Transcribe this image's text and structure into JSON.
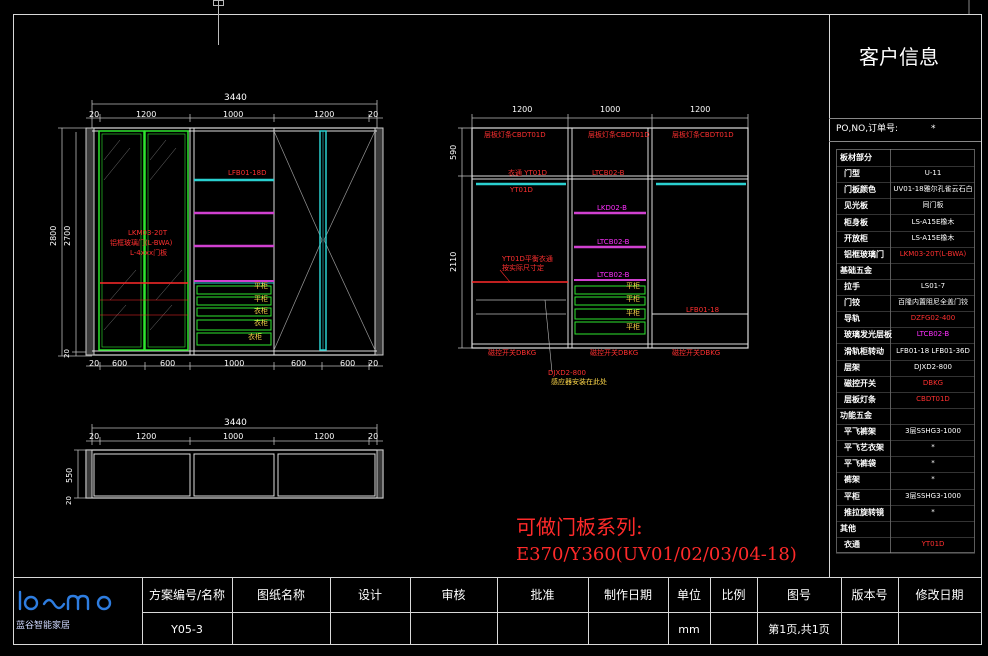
{
  "customer_panel": {
    "title": "客户信息",
    "order_label": "PO,NO,订单号:",
    "order_value": "*",
    "rows": [
      {
        "label": "板材部分",
        "value": "",
        "color": "#ffffff"
      },
      {
        "label": "门型",
        "value": "U-11",
        "color": "#ffffff"
      },
      {
        "label": "门板颜色",
        "value": "UV01-18雅尔孔雀云石白",
        "color": "#ffffff"
      },
      {
        "label": "见光板",
        "value": "同门板",
        "color": "#ffffff"
      },
      {
        "label": "柜身板",
        "value": "LS-A15E橡木",
        "color": "#ffffff"
      },
      {
        "label": "开放柜",
        "value": "LS-A15E橡木",
        "color": "#ffffff"
      },
      {
        "label": "铝框玻璃门",
        "value": "LKM03-20T(L-BWA)",
        "color": "#ff3030"
      },
      {
        "label": "基础五金",
        "value": "",
        "color": "#ffffff"
      },
      {
        "label": "拉手",
        "value": "LS01-7",
        "color": "#ffffff"
      },
      {
        "label": "门铰",
        "value": "百隆内置阻尼全盖门铰",
        "color": "#ffffff"
      },
      {
        "label": "导轨",
        "value": "DZFG02-400",
        "color": "#ff3030"
      },
      {
        "label": "玻璃发光层板",
        "value": "LTCB02-B",
        "color": "#ff30ff"
      },
      {
        "label": "滑轨柜转动",
        "value": "LFB01-18 LFB01-36D",
        "color": "#ffffff"
      },
      {
        "label": "层架",
        "value": "DJXD2-800",
        "color": "#ffffff"
      },
      {
        "label": "磁控开关",
        "value": "DBKG",
        "color": "#ff3030"
      },
      {
        "label": "层板灯条",
        "value": "CBDT01D",
        "color": "#ff3030"
      },
      {
        "label": "功能五金",
        "value": "",
        "color": "#ffffff"
      },
      {
        "label": "平飞裤架",
        "value": "3层SSHG3-1000",
        "color": "#ffffff"
      },
      {
        "label": "平飞艺衣架",
        "value": "*",
        "color": "#ffffff"
      },
      {
        "label": "平飞裤袋",
        "value": "*",
        "color": "#ffffff"
      },
      {
        "label": "裤架",
        "value": "*",
        "color": "#ffffff"
      },
      {
        "label": "平柜",
        "value": "3层SSHG3-1000",
        "color": "#ffffff"
      },
      {
        "label": "推拉旋转镜",
        "value": "*",
        "color": "#ffffff"
      },
      {
        "label": "其他",
        "value": "",
        "color": "#ffffff"
      },
      {
        "label": "衣通",
        "value": "YT01D",
        "color": "#ff3030"
      }
    ]
  },
  "front_view": {
    "overall_width": "3440",
    "top_dims": [
      "20",
      "1200",
      "1000",
      "1200",
      "20"
    ],
    "bottom_dims": [
      "20",
      "600",
      "600",
      "1000",
      "600",
      "600",
      "20"
    ],
    "left_dims": [
      "2800",
      "2700",
      "20"
    ],
    "glass_door_note": [
      "LKM03-20T",
      "铝框玻璃门(L-BWA)",
      "L-4xxx门板"
    ],
    "shelf_labels": [
      "LFB01-18D",
      "平柜",
      "平柜",
      "衣柜",
      "衣柜",
      "衣柜"
    ]
  },
  "interior_view": {
    "top_dims": [
      "1200",
      "1000",
      "1200"
    ],
    "left_dims": [
      "590",
      "2110"
    ],
    "top_labels": [
      "层板灯条CBDT01D",
      "层板灯条CBDT01D",
      "层板灯条CBDT01D"
    ],
    "rail_label": "YT01D",
    "upper_labels": [
      "衣通 YT01D",
      "LTCB02-B"
    ],
    "glass_shelf_labels": [
      "LKD02-B",
      "LTCB02-B",
      "LTCB02-B"
    ],
    "note_left": [
      "YT01D平衡衣通",
      "按实际尺寸定"
    ],
    "drawer_labels": [
      "平柜",
      "平柜",
      "平柜",
      "平柜"
    ],
    "right_label": "LFB01-18",
    "bottom_labels": [
      "磁控开关DBKG",
      "磁控开关DBKG",
      "磁控开关DBKG"
    ],
    "bottom_notes": [
      "DJXD2-800",
      "感应器安装在此处"
    ]
  },
  "plan_view": {
    "overall_width": "3440",
    "dims": [
      "20",
      "1200",
      "1000",
      "1200",
      "20"
    ],
    "depth_dims": [
      "550",
      "20"
    ]
  },
  "series_note": {
    "line1": "可做门板系列:",
    "line2": "E370/Y360(UV01/02/03/04-18)"
  },
  "title_block": {
    "logo": "lösmo",
    "logo_sub": "蓝谷智能家居",
    "headers": [
      "方案编号/名称",
      "图纸名称",
      "设计",
      "审核",
      "批准",
      "制作日期",
      "单位",
      "比例",
      "图号",
      "版本号",
      "修改日期"
    ],
    "values": [
      "Y05-3",
      "",
      "",
      "",
      "",
      "",
      "mm",
      "",
      "第1页,共1页",
      "",
      ""
    ]
  },
  "colors": {
    "background": "#000000",
    "line": "#ffffff",
    "glass": "#30ff30",
    "cyan": "#20d0d0",
    "magenta": "#d040d0",
    "red": "#ff3030"
  }
}
